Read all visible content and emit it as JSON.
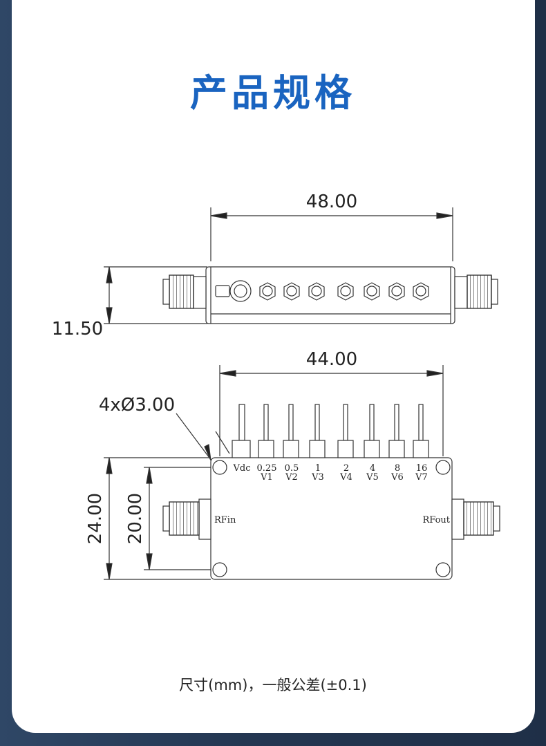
{
  "title": "产品规格",
  "caption": "尺寸(mm)，一般公差(±0.1)",
  "dimensions": {
    "top_length": "48.00",
    "top_height": "11.50",
    "body_length": "44.00",
    "hole_spec": "4xØ3.00",
    "body_width": "24.00",
    "hole_spacing": "20.00"
  },
  "pins": [
    {
      "value": "Vdc",
      "label": ""
    },
    {
      "value": "0.25",
      "label": "V1"
    },
    {
      "value": "0.5",
      "label": "V2"
    },
    {
      "value": "1",
      "label": "V3"
    },
    {
      "value": "2",
      "label": "V4"
    },
    {
      "value": "4",
      "label": "V5"
    },
    {
      "value": "8",
      "label": "V6"
    },
    {
      "value": "16",
      "label": "V7"
    }
  ],
  "ports": {
    "input": "RFin",
    "output": "RFout"
  },
  "colors": {
    "title": "#1a64c0",
    "background": "#243752",
    "card": "#ffffff",
    "line": "#222222"
  }
}
